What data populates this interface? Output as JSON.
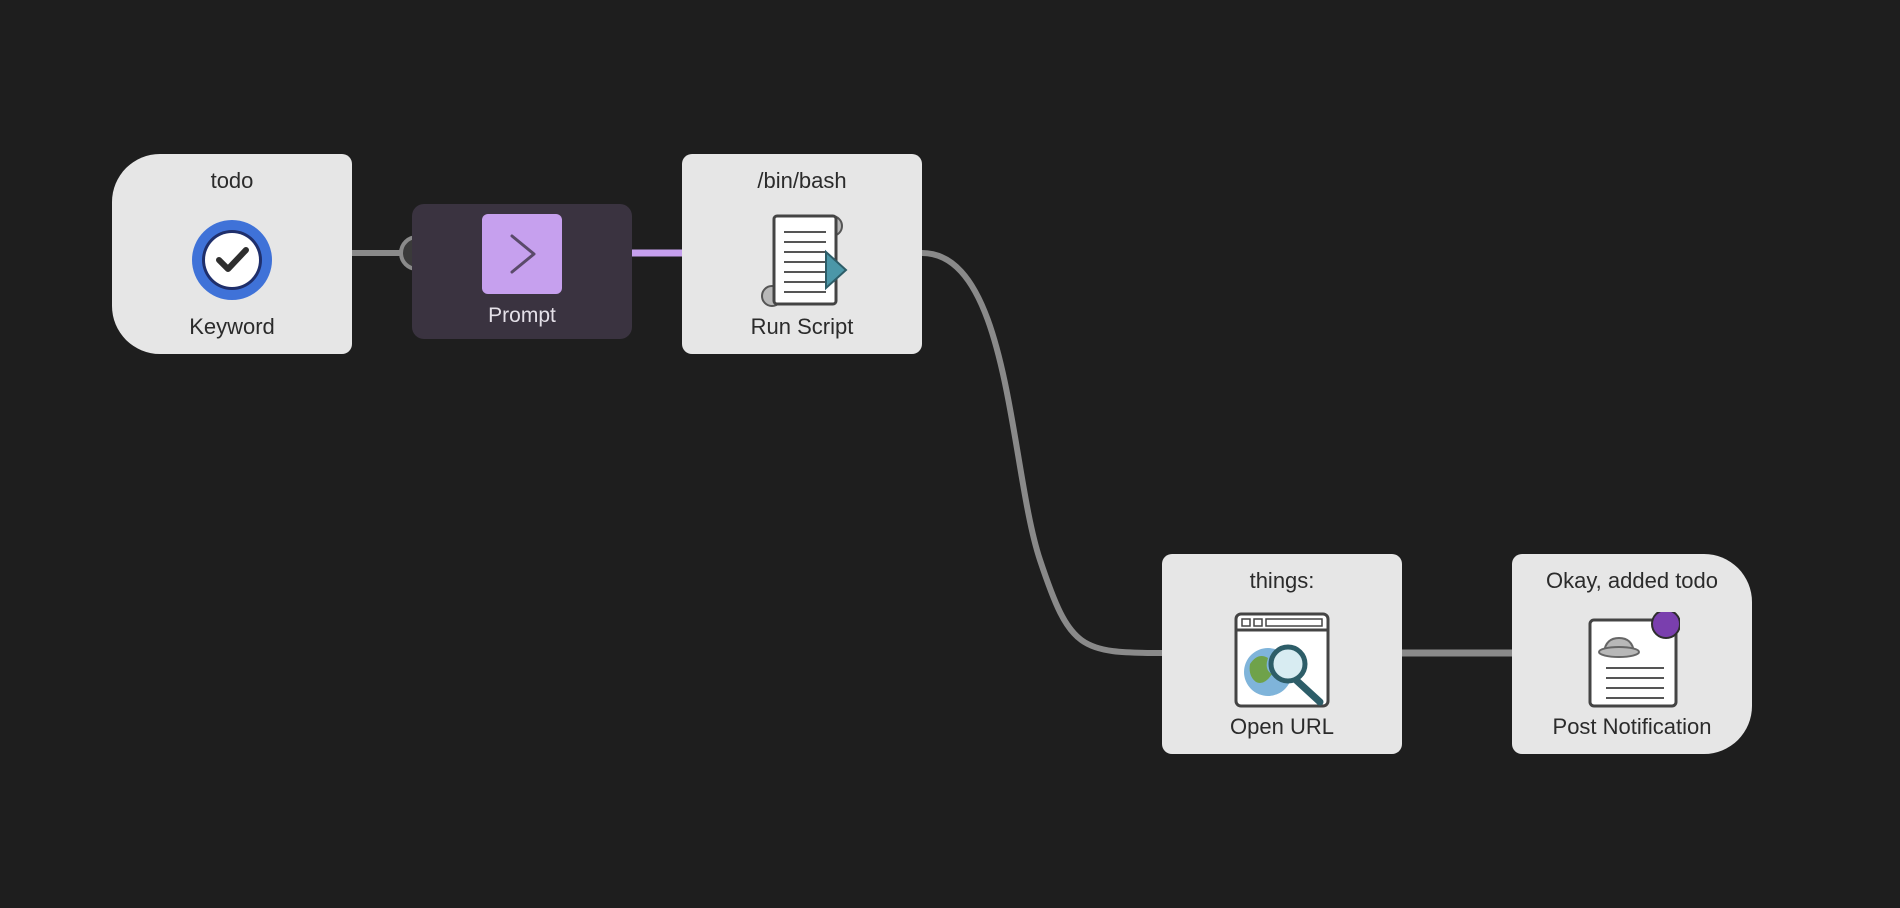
{
  "workflow": {
    "keyword": {
      "title": "todo",
      "label": "Keyword",
      "icon": "checkmark-circle-icon"
    },
    "prompt": {
      "label": "Prompt",
      "icon": "chevron-right-icon"
    },
    "run_script": {
      "title": "/bin/bash",
      "label": "Run Script",
      "icon": "script-document-icon"
    },
    "open_url": {
      "title": "things:",
      "label": "Open URL",
      "icon": "browser-search-icon"
    },
    "post_notification": {
      "title": "Okay, added todo",
      "label": "Post Notification",
      "icon": "notification-icon"
    }
  },
  "colors": {
    "background": "#1e1e1e",
    "node": "#e6e6e6",
    "wire": "#8a8a8a",
    "wire_active": "#c6a0ee",
    "prompt_bg": "#3a3340",
    "accent_blue": "#3f72d8",
    "notification_badge": "#7a3fae"
  }
}
